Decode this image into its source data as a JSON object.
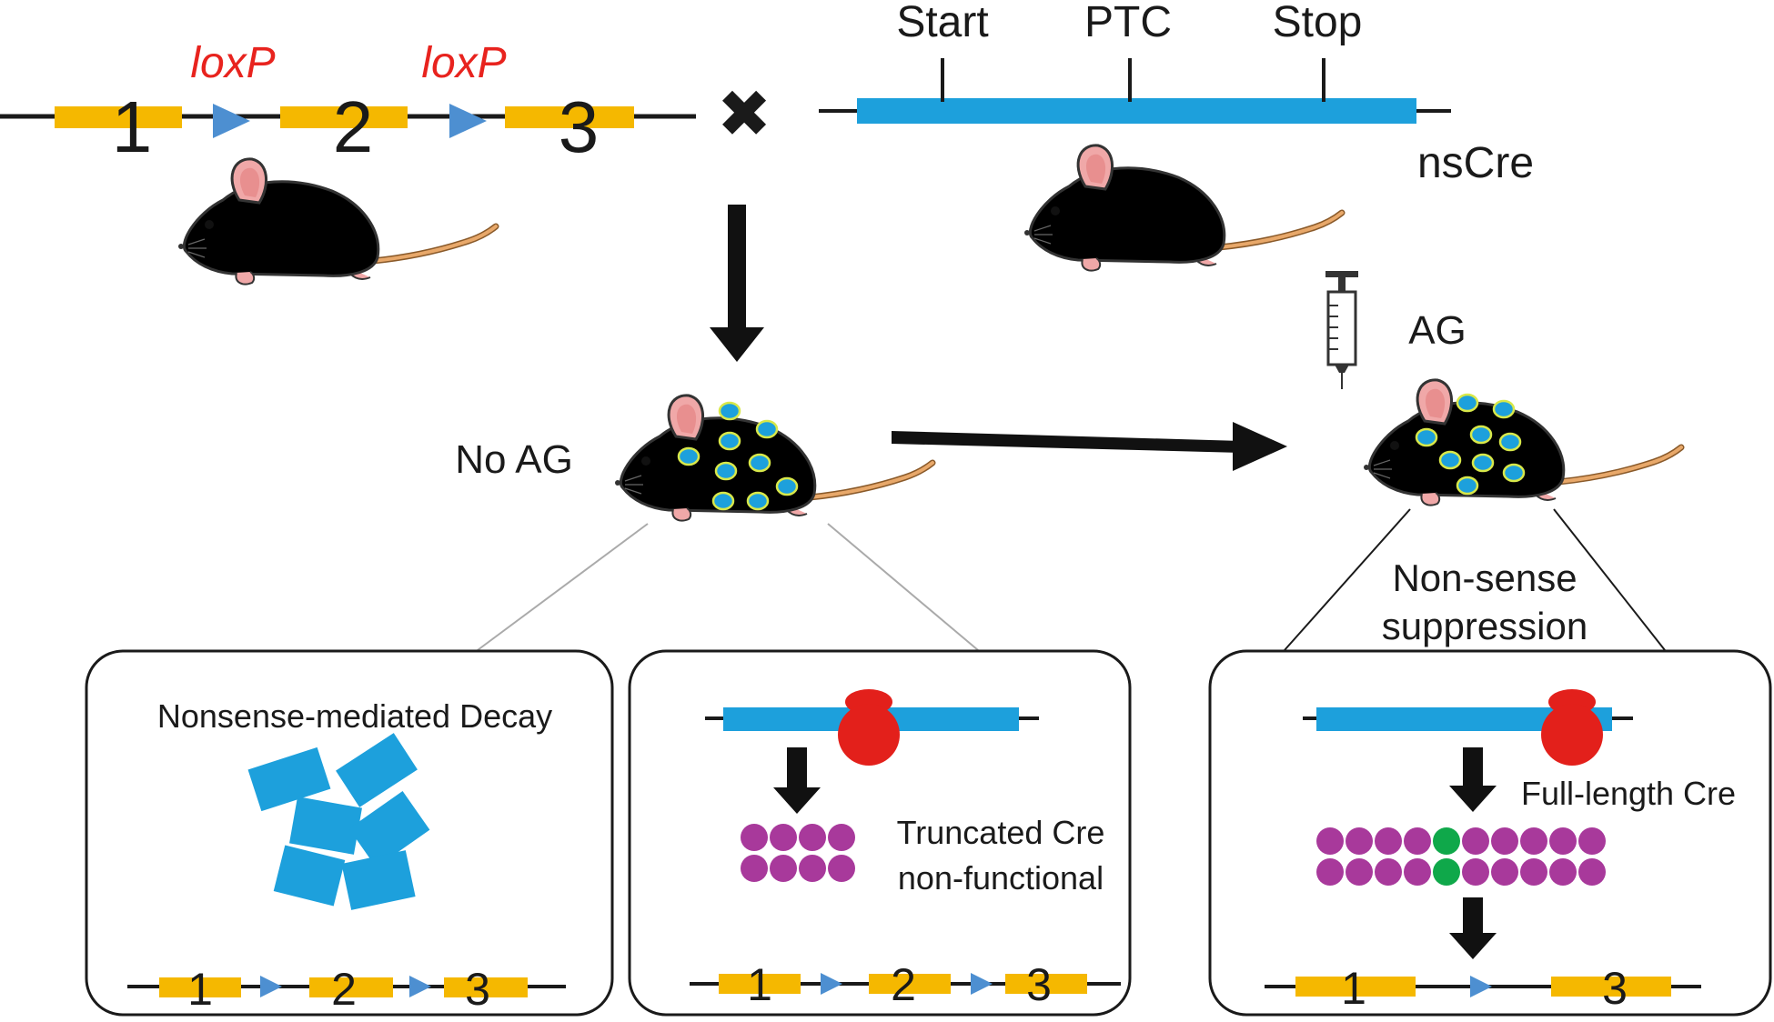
{
  "construct_labels": {
    "loxp_left": "loxP",
    "loxp_right": "loxP",
    "exon_1": "1",
    "exon_2": "2",
    "exon_3": "3"
  },
  "cross_symbol": "✖",
  "nscre_construct": {
    "start": "Start",
    "ptc": "PTC",
    "stop": "Stop",
    "name": "nsCre"
  },
  "treatments": {
    "no_ag": "No AG",
    "ag": "AG"
  },
  "outcome_labels": {
    "nonsense_suppression_line1": "Non-sense",
    "nonsense_suppression_line2": "suppression"
  },
  "panels": {
    "nmd": {
      "title": "Nonsense-mediated Decay",
      "exons": [
        "1",
        "2",
        "3"
      ]
    },
    "truncated": {
      "label_line1": "Truncated Cre",
      "label_line2": "non-functional",
      "exons": [
        "1",
        "2",
        "3"
      ]
    },
    "full_length": {
      "label": "Full-length Cre",
      "exons": [
        "1",
        "3"
      ]
    }
  },
  "colors": {
    "exon": "#f5b800",
    "loxp": "#4d8fd1",
    "transcript": "#1da0dc",
    "loxp_text": "#e8231e",
    "ribosome": "#e3201b",
    "protein": "#a8399b",
    "readthrough_residue": "#0fa84a",
    "mouse_grey": "#cccccc",
    "mouse_cream": "#fbf7d2",
    "mouse_ear": "#f0a8a8",
    "mouse_tail": "#e8a86a",
    "spot": "#1da0dc",
    "spot_ring": "#d8e84a"
  }
}
